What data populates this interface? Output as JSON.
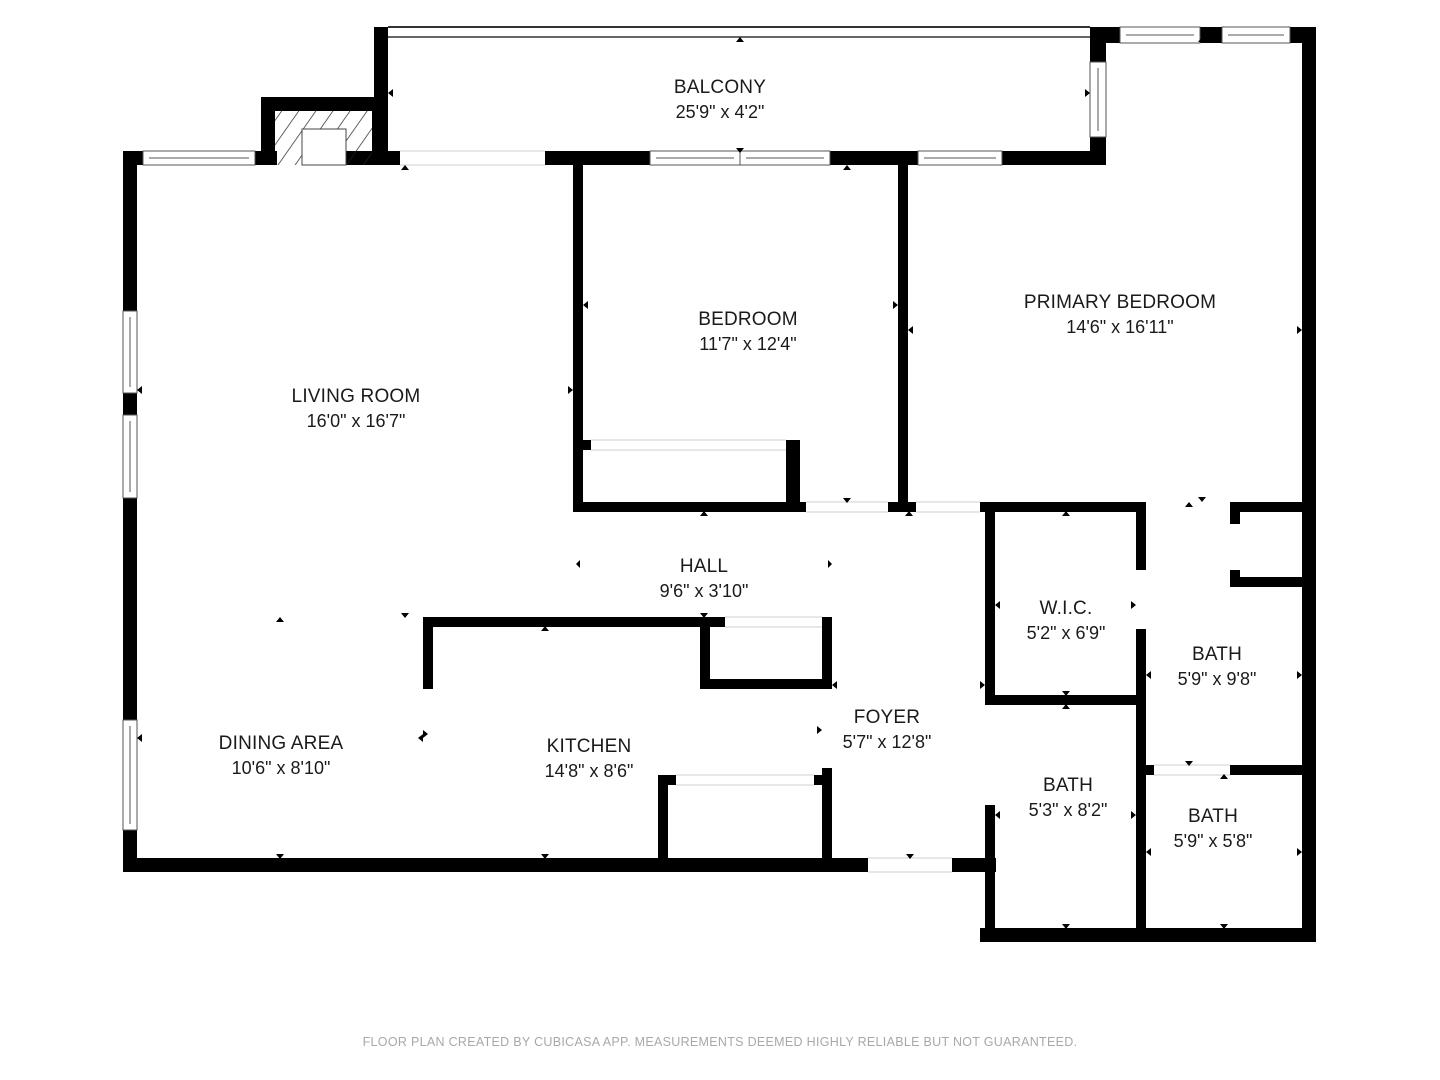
{
  "floorplan": {
    "colors": {
      "wall": "#000000",
      "background": "#ffffff",
      "text": "#1a1a1a",
      "footer": "#a8a8a8",
      "window_line": "#555555"
    },
    "rooms": [
      {
        "id": "balcony",
        "name": "BALCONY",
        "dimensions": "25'9\" x 4'2\""
      },
      {
        "id": "living-room",
        "name": "LIVING ROOM",
        "dimensions": "16'0\" x 16'7\""
      },
      {
        "id": "bedroom",
        "name": "BEDROOM",
        "dimensions": "11'7\" x 12'4\""
      },
      {
        "id": "primary-bedroom",
        "name": "PRIMARY BEDROOM",
        "dimensions": "14'6\" x 16'11\""
      },
      {
        "id": "hall",
        "name": "HALL",
        "dimensions": "9'6\" x 3'10\""
      },
      {
        "id": "dining-area",
        "name": "DINING AREA",
        "dimensions": "10'6\" x 8'10\""
      },
      {
        "id": "kitchen",
        "name": "KITCHEN",
        "dimensions": "14'8\" x 8'6\""
      },
      {
        "id": "foyer",
        "name": "FOYER",
        "dimensions": "5'7\" x 12'8\""
      },
      {
        "id": "wic",
        "name": "W.I.C.",
        "dimensions": "5'2\" x 6'9\""
      },
      {
        "id": "bath-primary",
        "name": "BATH",
        "dimensions": "5'9\" x 9'8\""
      },
      {
        "id": "bath-2",
        "name": "BATH",
        "dimensions": "5'3\" x 8'2\""
      },
      {
        "id": "bath-3",
        "name": "BATH",
        "dimensions": "5'9\" x 5'8\""
      }
    ],
    "footer": "FLOOR PLAN CREATED BY CUBICASA APP. MEASUREMENTS DEEMED HIGHLY RELIABLE BUT NOT GUARANTEED."
  }
}
